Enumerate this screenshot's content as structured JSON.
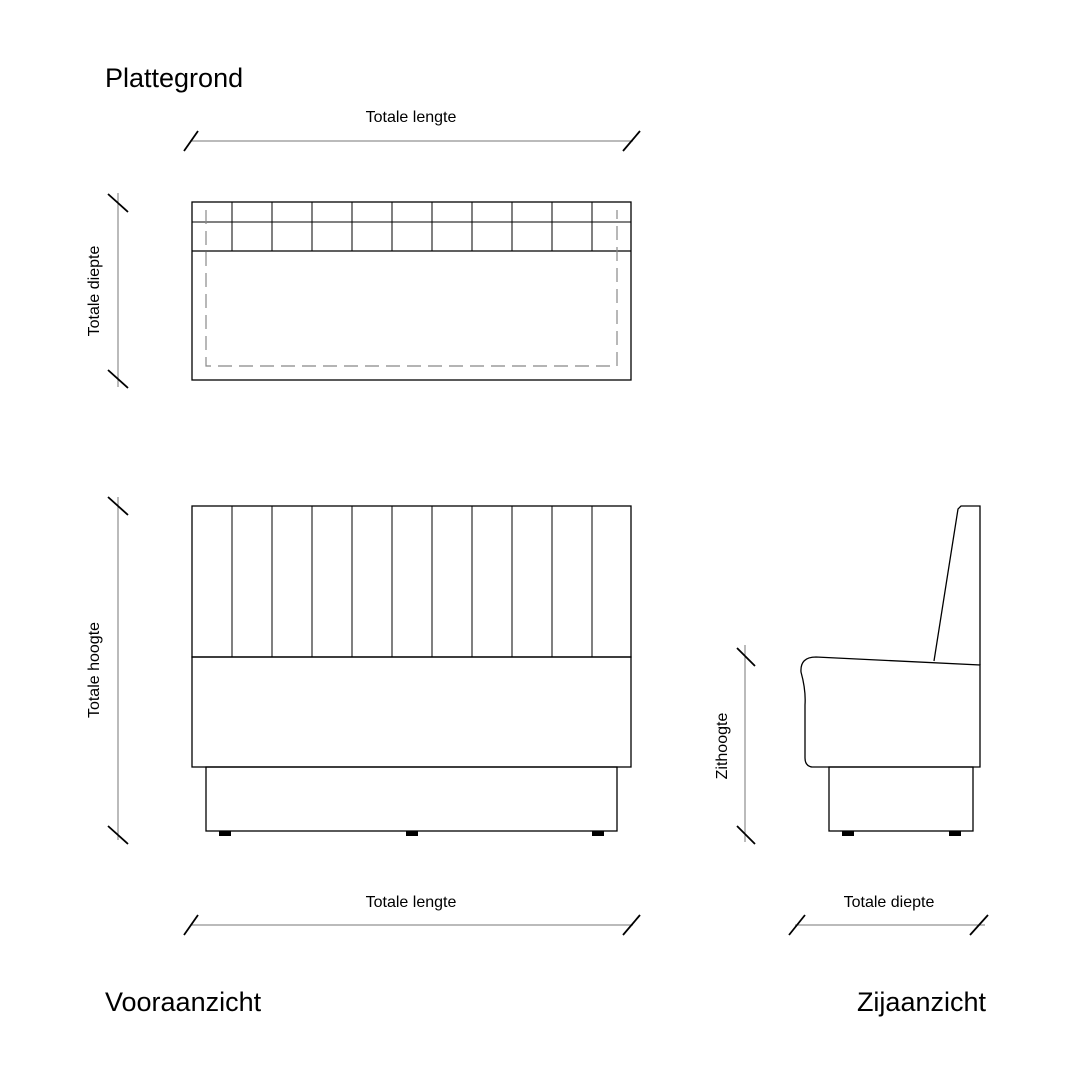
{
  "views": {
    "plan_title": "Plattegrond",
    "front_title": "Vooraanzicht",
    "side_title": "Zijaanzicht"
  },
  "dimensions": {
    "plan_total_length": "Totale lengte",
    "plan_total_depth": "Totale diepte",
    "front_total_height": "Totale hoogte",
    "front_total_length": "Totale lengte",
    "side_seat_height": "Zithoogte",
    "side_total_depth": "Totale diepte"
  }
}
